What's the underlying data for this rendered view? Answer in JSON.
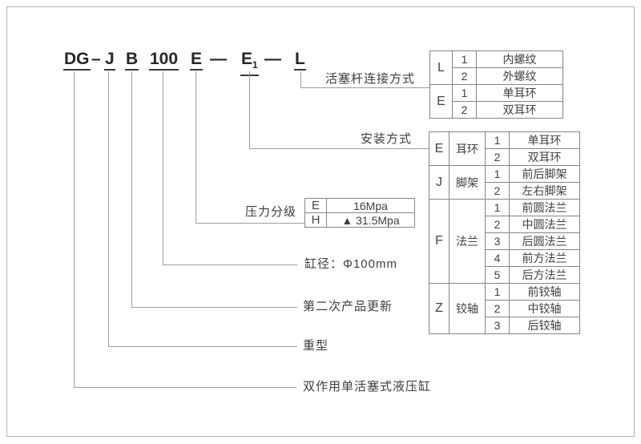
{
  "code": {
    "parts": [
      {
        "t": "DG"
      },
      {
        "t": "–"
      },
      {
        "t": "J"
      },
      {
        "t": "B"
      },
      {
        "t": "100"
      },
      {
        "t": "E"
      },
      {
        "t": "—"
      },
      {
        "t": "E",
        "sub": "1"
      },
      {
        "t": "—"
      },
      {
        "t": "L"
      }
    ]
  },
  "labels": {
    "rod_connection": "活塞杆连接方式",
    "mounting": "安装方式",
    "pressure": "压力分级",
    "bore": "缸径：Φ100mm",
    "update": "第二次产品更新",
    "heavy": "重型",
    "type": "双作用单活塞式液压缸"
  },
  "connection_table": {
    "sections": [
      {
        "code": "L",
        "rows": [
          {
            "num": "1",
            "desc": "内螺纹"
          },
          {
            "num": "2",
            "desc": "外螺纹"
          }
        ]
      },
      {
        "code": "E",
        "rows": [
          {
            "num": "1",
            "desc": "单耳环"
          },
          {
            "num": "2",
            "desc": "双耳环"
          }
        ]
      }
    ]
  },
  "mounting_table": {
    "sections": [
      {
        "code": "E",
        "name": "耳环",
        "rows": [
          {
            "num": "1",
            "desc": "单耳环"
          },
          {
            "num": "2",
            "desc": "双耳环"
          }
        ]
      },
      {
        "code": "J",
        "name": "脚架",
        "rows": [
          {
            "num": "1",
            "desc": "前后脚架"
          },
          {
            "num": "2",
            "desc": "左右脚架"
          }
        ]
      },
      {
        "code": "F",
        "name": "法兰",
        "rows": [
          {
            "num": "1",
            "desc": "前圆法兰"
          },
          {
            "num": "2",
            "desc": "中圆法兰"
          },
          {
            "num": "3",
            "desc": "后圆法兰"
          },
          {
            "num": "4",
            "desc": "前方法兰"
          },
          {
            "num": "5",
            "desc": "后方法兰"
          }
        ]
      },
      {
        "code": "Z",
        "name": "铰轴",
        "rows": [
          {
            "num": "1",
            "desc": "前铰轴"
          },
          {
            "num": "2",
            "desc": "中铰轴"
          },
          {
            "num": "3",
            "desc": "后铰轴"
          }
        ]
      }
    ]
  },
  "pressure_table": {
    "rows": [
      {
        "code": "E",
        "value": "16Mpa"
      },
      {
        "code": "H",
        "value": "▲ 31.5Mpa"
      }
    ]
  }
}
